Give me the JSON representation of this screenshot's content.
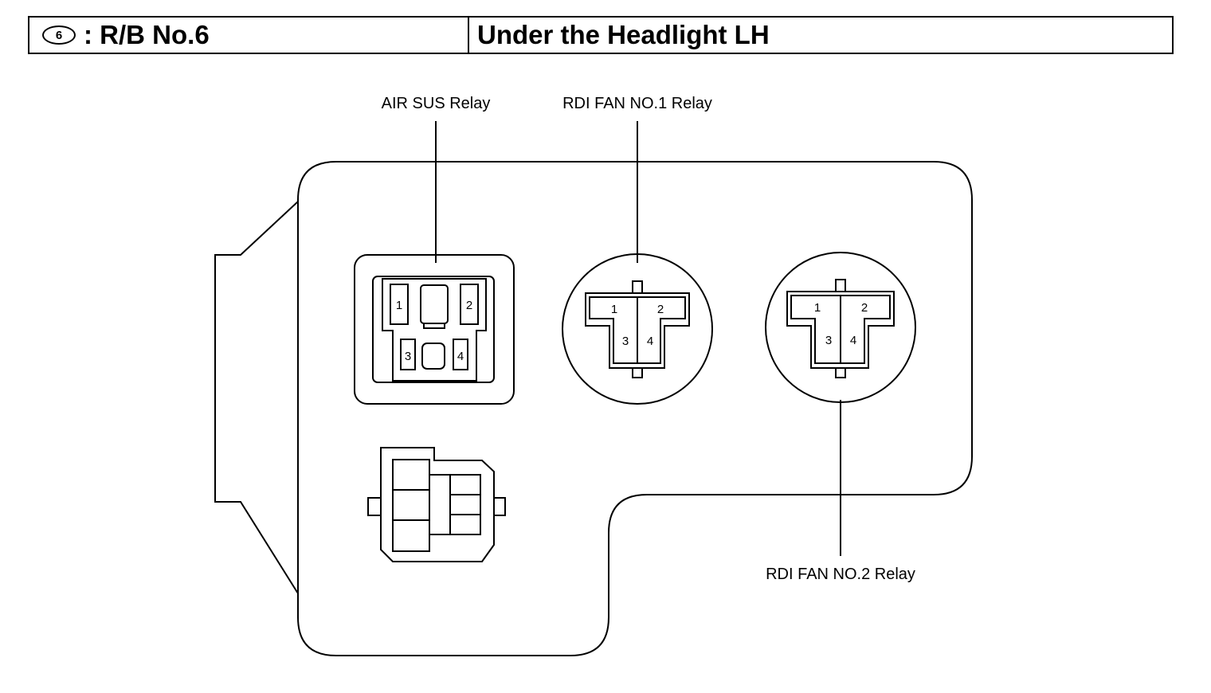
{
  "header": {
    "badge_number": "6",
    "left_text": ": R/B No.6",
    "right_text": "Under the Headlight LH"
  },
  "labels": {
    "air_sus_relay": "AIR SUS Relay",
    "rdi_fan1_relay": "RDI FAN NO.1 Relay",
    "rdi_fan2_relay": "RDI FAN NO.2 Relay"
  },
  "air_sus_pins": [
    "1",
    "2",
    "3",
    "4"
  ],
  "rdi_fan1_pins": [
    "1",
    "2",
    "3",
    "4"
  ],
  "rdi_fan2_pins": [
    "1",
    "2",
    "3",
    "4"
  ]
}
